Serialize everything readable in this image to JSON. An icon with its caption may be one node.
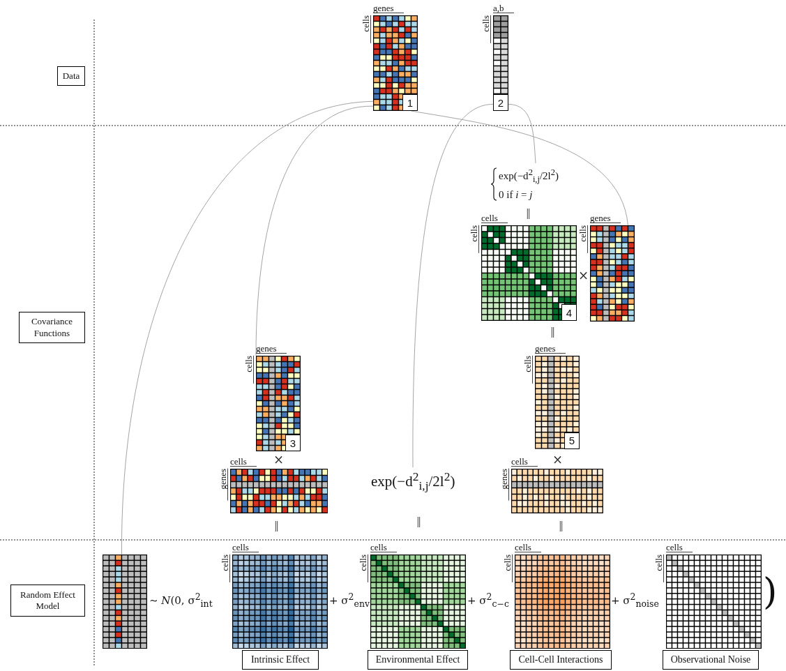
{
  "diagram": {
    "nodes": [
      {
        "text": [
          "Data"
        ]
      },
      {
        "text": [
          "1"
        ],
        "beside": [
          "genes",
          "cells"
        ]
      },
      {
        "text": [
          "2"
        ],
        "beside": [
          "a,b",
          "cells"
        ]
      },
      {
        "text": [
          "Covariance Functions"
        ]
      },
      {
        "text": [
          "exp(−d$^{2}$$_{i,j}$/2l$^{2}$)",
          "0 if *i* = *j*"
        ]
      },
      {
        "text": [
          "4"
        ],
        "beside": [
          "cells",
          "cells"
        ]
      },
      {
        "text": [],
        "shape": "picture",
        "beside": [
          "genes",
          "cells"
        ]
      },
      {
        "text": [
          "3"
        ],
        "beside": [
          "genes",
          "cells"
        ]
      },
      {
        "text": [
          "5"
        ],
        "beside": [
          "genes",
          "cells"
        ]
      },
      {
        "text": [],
        "shape": "picture",
        "beside": [
          "cells",
          "genes"
        ]
      },
      {
        "text": [
          "exp(−d$^{2}$$_{i,j}$/2l$^{2}$)"
        ]
      },
      {
        "text": [],
        "shape": "picture",
        "beside": [
          "cells",
          "genes"
        ]
      },
      {
        "text": [
          "Random Effect Model"
        ]
      },
      {
        "text": [],
        "shape": "picture"
      },
      {
        "text": [],
        "shape": "picture",
        "beside": [
          "cells",
          "cells"
        ]
      },
      {
        "text": [],
        "shape": "picture",
        "beside": [
          "cells",
          "cells"
        ]
      },
      {
        "text": [],
        "shape": "picture",
        "beside": [
          "cells",
          "cells"
        ]
      },
      {
        "text": [],
        "shape": "picture",
        "beside": [
          "cells",
          "cells"
        ]
      },
      {
        "text": [
          "Intrinsic Effect"
        ]
      },
      {
        "text": [
          "Environmental Effect"
        ]
      },
      {
        "text": [
          "Cell-Cell Interactions"
        ]
      },
      {
        "text": [
          "Observational Noise"
        ]
      }
    ],
    "edges": [
      {
        "from": 1,
        "to": 13,
        "arrow": "none"
      },
      {
        "from": 1,
        "to": 7,
        "arrow": "none"
      },
      {
        "from": 1,
        "to": 6,
        "arrow": "none"
      },
      {
        "from": 2,
        "to": 4,
        "arrow": "none"
      },
      {
        "from": 2,
        "to": 10,
        "arrow": "none"
      }
    ],
    "labels": [
      "‖",
      "×",
      "‖",
      "×",
      "×",
      "‖",
      "‖",
      "‖",
      "∼ *N*(0, σ$^{2}$$_{int}$",
      "+ σ$^{2}$$_{env}$",
      "+ σ$^{2}$$_{c−c}$",
      "+ σ$^{2}$$_{noise}$",
      ")"
    ]
  }
}
